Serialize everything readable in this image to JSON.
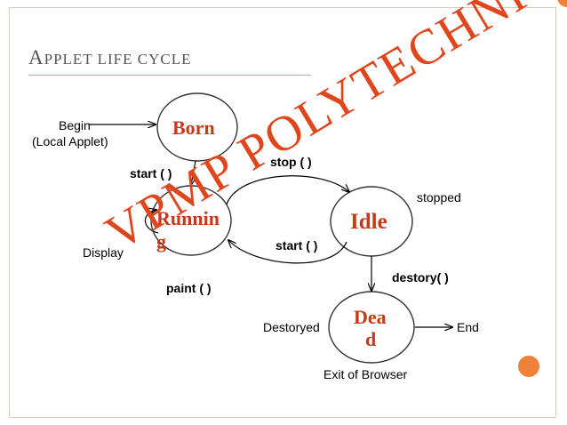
{
  "slide": {
    "title_first": "A",
    "title_rest": "PPLET LIFE CYCLE",
    "accent_color": "#f0813a",
    "frame_color": "#e6c8b8"
  },
  "states": {
    "born": "Born",
    "running_line1": "Runnin",
    "running_line2": "g",
    "idle": "Idle",
    "dead_line1": "Dea",
    "dead_line2": "d"
  },
  "labels": {
    "begin": "Begin",
    "local_applet": "(Local Applet)",
    "start_born": "start ( )",
    "stop": "stop (  )",
    "stopped": "stopped",
    "start_idle": "start ( )",
    "display": "Display",
    "paint": "paint ( )",
    "destory": "destory( )",
    "destoryed": "Destoryed",
    "end": "End",
    "exit_browser": "Exit of Browser"
  },
  "watermark": {
    "text": "VPMP POLYTECHNIC",
    "color": "#e0461c"
  }
}
